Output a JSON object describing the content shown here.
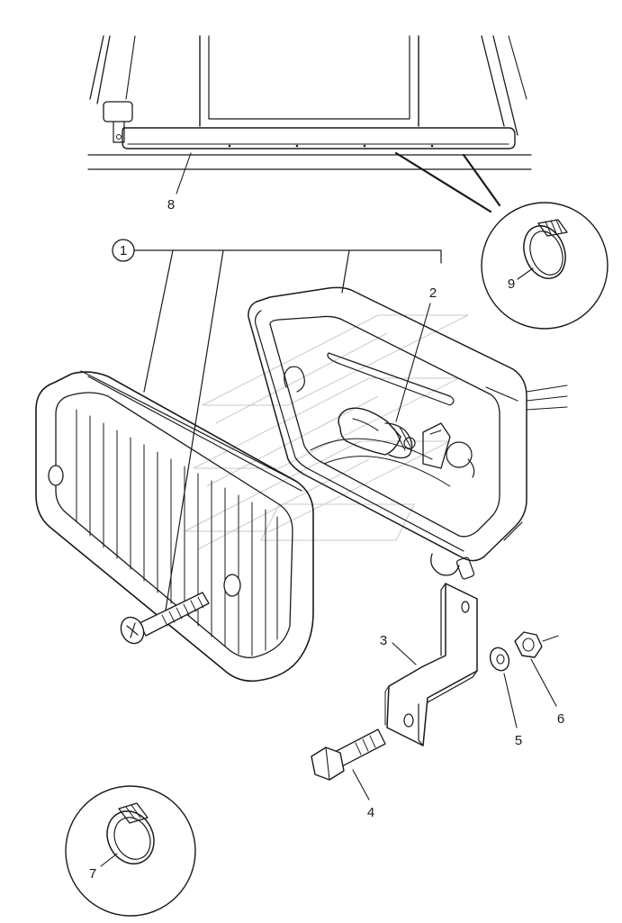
{
  "callouts": [
    {
      "id": "1",
      "label": "1"
    },
    {
      "id": "2",
      "label": "2"
    },
    {
      "id": "3",
      "label": "3"
    },
    {
      "id": "4",
      "label": "4"
    },
    {
      "id": "5",
      "label": "5"
    },
    {
      "id": "6",
      "label": "6"
    },
    {
      "id": "7",
      "label": "7"
    },
    {
      "id": "8",
      "label": "8"
    },
    {
      "id": "9",
      "label": "9"
    }
  ],
  "colors": {
    "ink": "#1a1a1a",
    "background": "#ffffff",
    "watermark": "#c8c8c8"
  }
}
